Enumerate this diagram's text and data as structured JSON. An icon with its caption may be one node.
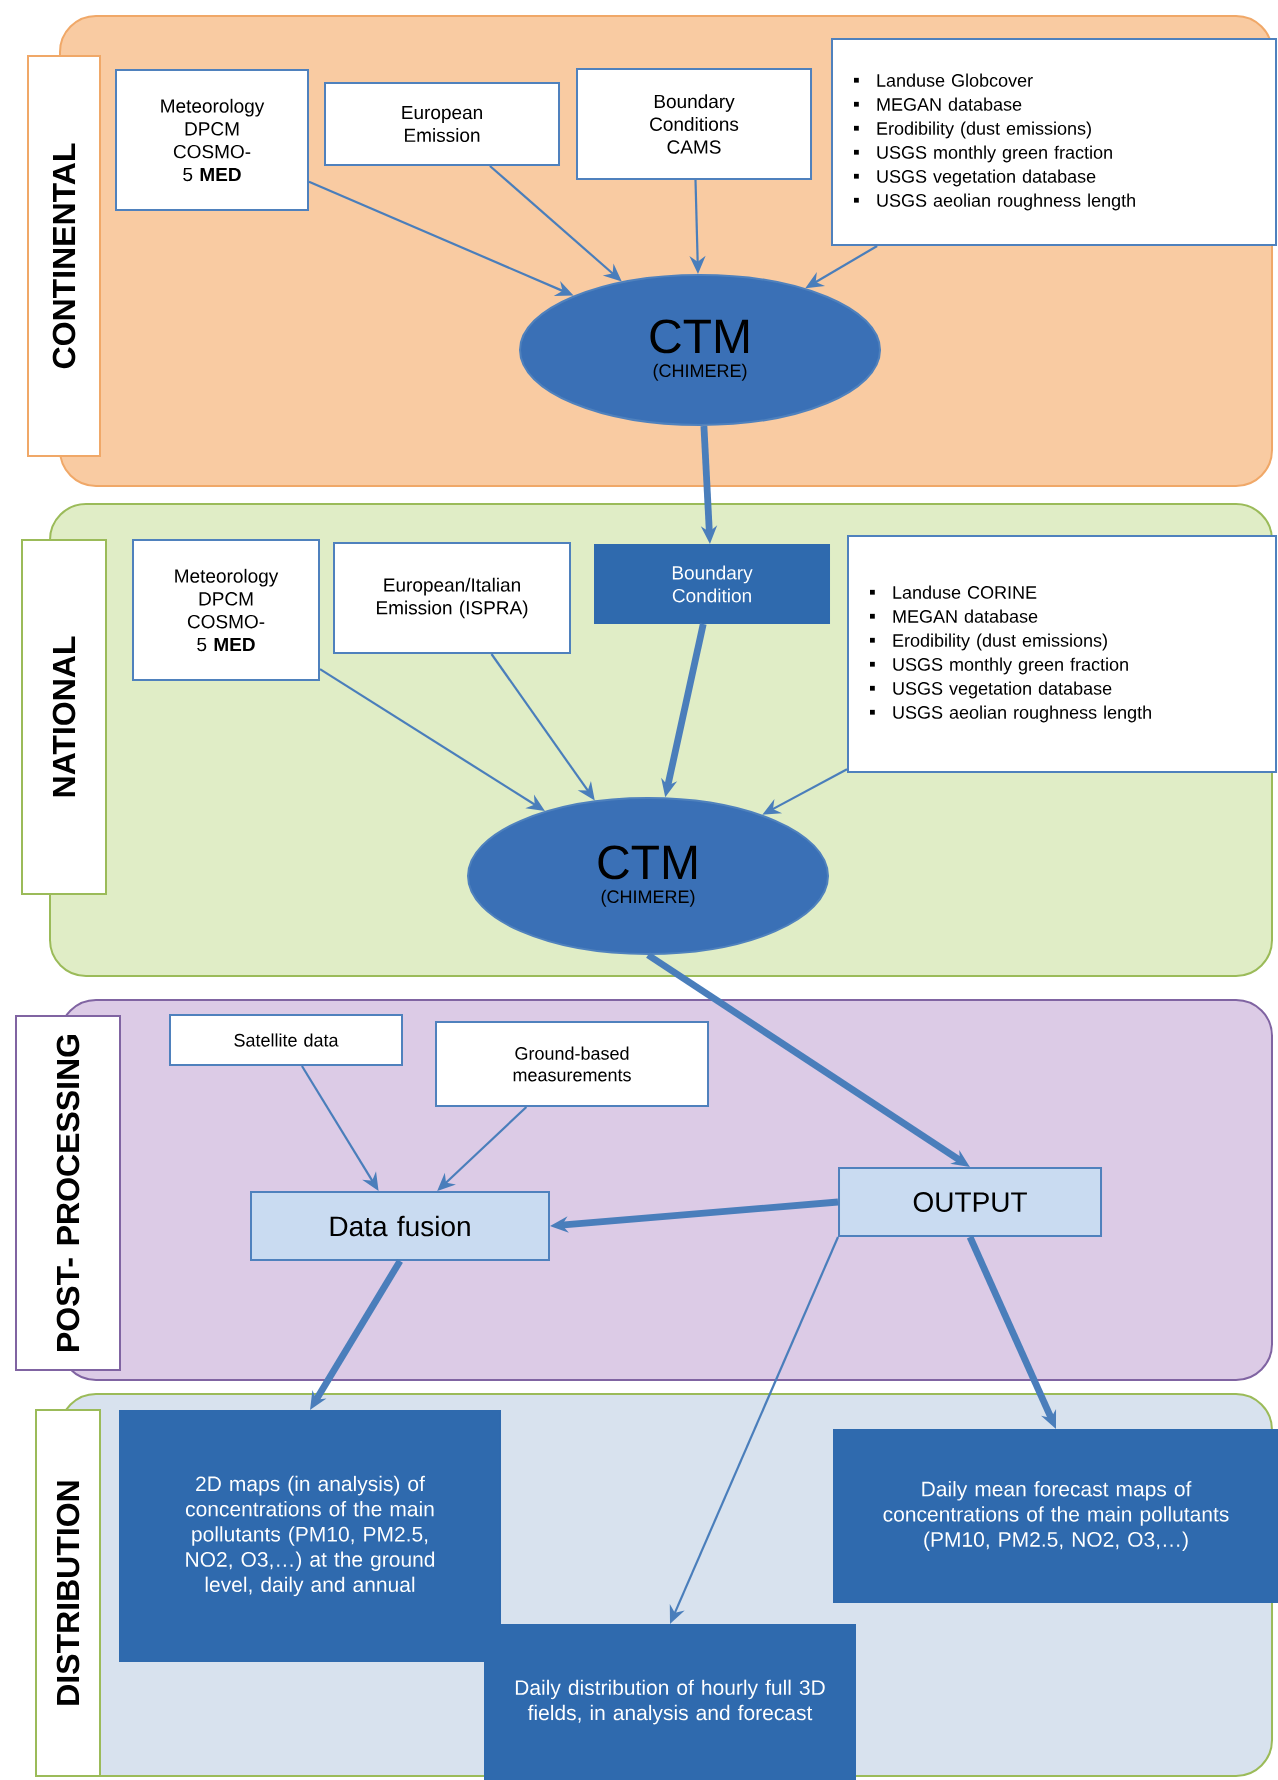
{
  "diagram": {
    "nodes": [
      {
        "text": [
          "CONTINENTAL"
        ]
      },
      {
        "text": [
          "Meteorology DPCM COSMO-5 **MED**"
        ],
        "in": 0
      },
      {
        "text": [
          "European Emission"
        ],
        "in": 0
      },
      {
        "text": [
          "Boundary Conditions CAMS"
        ],
        "in": 0
      },
      {
        "text": [
          "Landuse Globcover",
          "MEGAN database",
          "Erodibility (dust emissions)",
          "USGS monthly green fraction",
          "USGS vegetation database",
          "USGS aeolian roughness length"
        ],
        "in": 0
      },
      {
        "text": [
          "CTM",
          "(CHIMERE)"
        ],
        "in": 0
      },
      {
        "text": [
          "NATIONAL"
        ]
      },
      {
        "text": [
          "Meteorology DPCM COSMO-5 **MED**"
        ],
        "in": 6
      },
      {
        "text": [
          "European/Italian Emission (ISPRA)"
        ],
        "in": 6
      },
      {
        "text": [
          "Boundary Condition"
        ],
        "in": 6
      },
      {
        "text": [
          "Landuse CORINE",
          "MEGAN database",
          "Erodibility (dust emissions)",
          "USGS monthly green fraction",
          "USGS vegetation database",
          "USGS aeolian roughness length"
        ],
        "in": 6
      },
      {
        "text": [
          "CTM",
          "(CHIMERE)"
        ],
        "in": 6
      },
      {
        "text": [
          "POST- PROCESSING"
        ]
      },
      {
        "text": [
          "Satellite data"
        ],
        "in": 12
      },
      {
        "text": [
          "Ground-based measurements"
        ],
        "in": 12
      },
      {
        "text": [
          "Data fusion"
        ],
        "in": 12
      },
      {
        "text": [
          "OUTPUT"
        ],
        "in": 12
      },
      {
        "text": [
          "DISTRIBUTION"
        ]
      },
      {
        "text": [
          "2D maps (in analysis) of concentrations of the main pollutants (PM10, PM2.5, NO2, O3,…) at the ground level, daily and annual"
        ],
        "in": 17
      },
      {
        "text": [
          "Daily mean forecast maps of concentrations of the main pollutants (PM10, PM2.5, NO2, O3,…)"
        ],
        "in": 17
      },
      {
        "text": [
          "Daily distribution of hourly full 3D fields, in analysis and forecast"
        ],
        "in": 17
      }
    ],
    "edges": [
      {
        "from": 1,
        "to": 5,
        "arrow": "to"
      },
      {
        "from": 2,
        "to": 5,
        "arrow": "to"
      },
      {
        "from": 3,
        "to": 5,
        "arrow": "to"
      },
      {
        "from": 4,
        "to": 5,
        "arrow": "to"
      },
      {
        "from": 5,
        "to": 9,
        "arrow": "to",
        "style": "thick"
      },
      {
        "from": 7,
        "to": 11,
        "arrow": "to"
      },
      {
        "from": 8,
        "to": 11,
        "arrow": "to"
      },
      {
        "from": 9,
        "to": 11,
        "arrow": "to",
        "style": "thick"
      },
      {
        "from": 10,
        "to": 11,
        "arrow": "to"
      },
      {
        "from": 11,
        "to": 16,
        "arrow": "to",
        "style": "thick"
      },
      {
        "from": 13,
        "to": 15,
        "arrow": "to"
      },
      {
        "from": 14,
        "to": 15,
        "arrow": "to"
      },
      {
        "from": 16,
        "to": 15,
        "arrow": "to",
        "style": "thick"
      },
      {
        "from": 15,
        "to": 18,
        "arrow": "to",
        "style": "thick"
      },
      {
        "from": 16,
        "to": 20,
        "arrow": "to"
      },
      {
        "from": 16,
        "to": 19,
        "arrow": "to",
        "style": "thick"
      }
    ]
  }
}
